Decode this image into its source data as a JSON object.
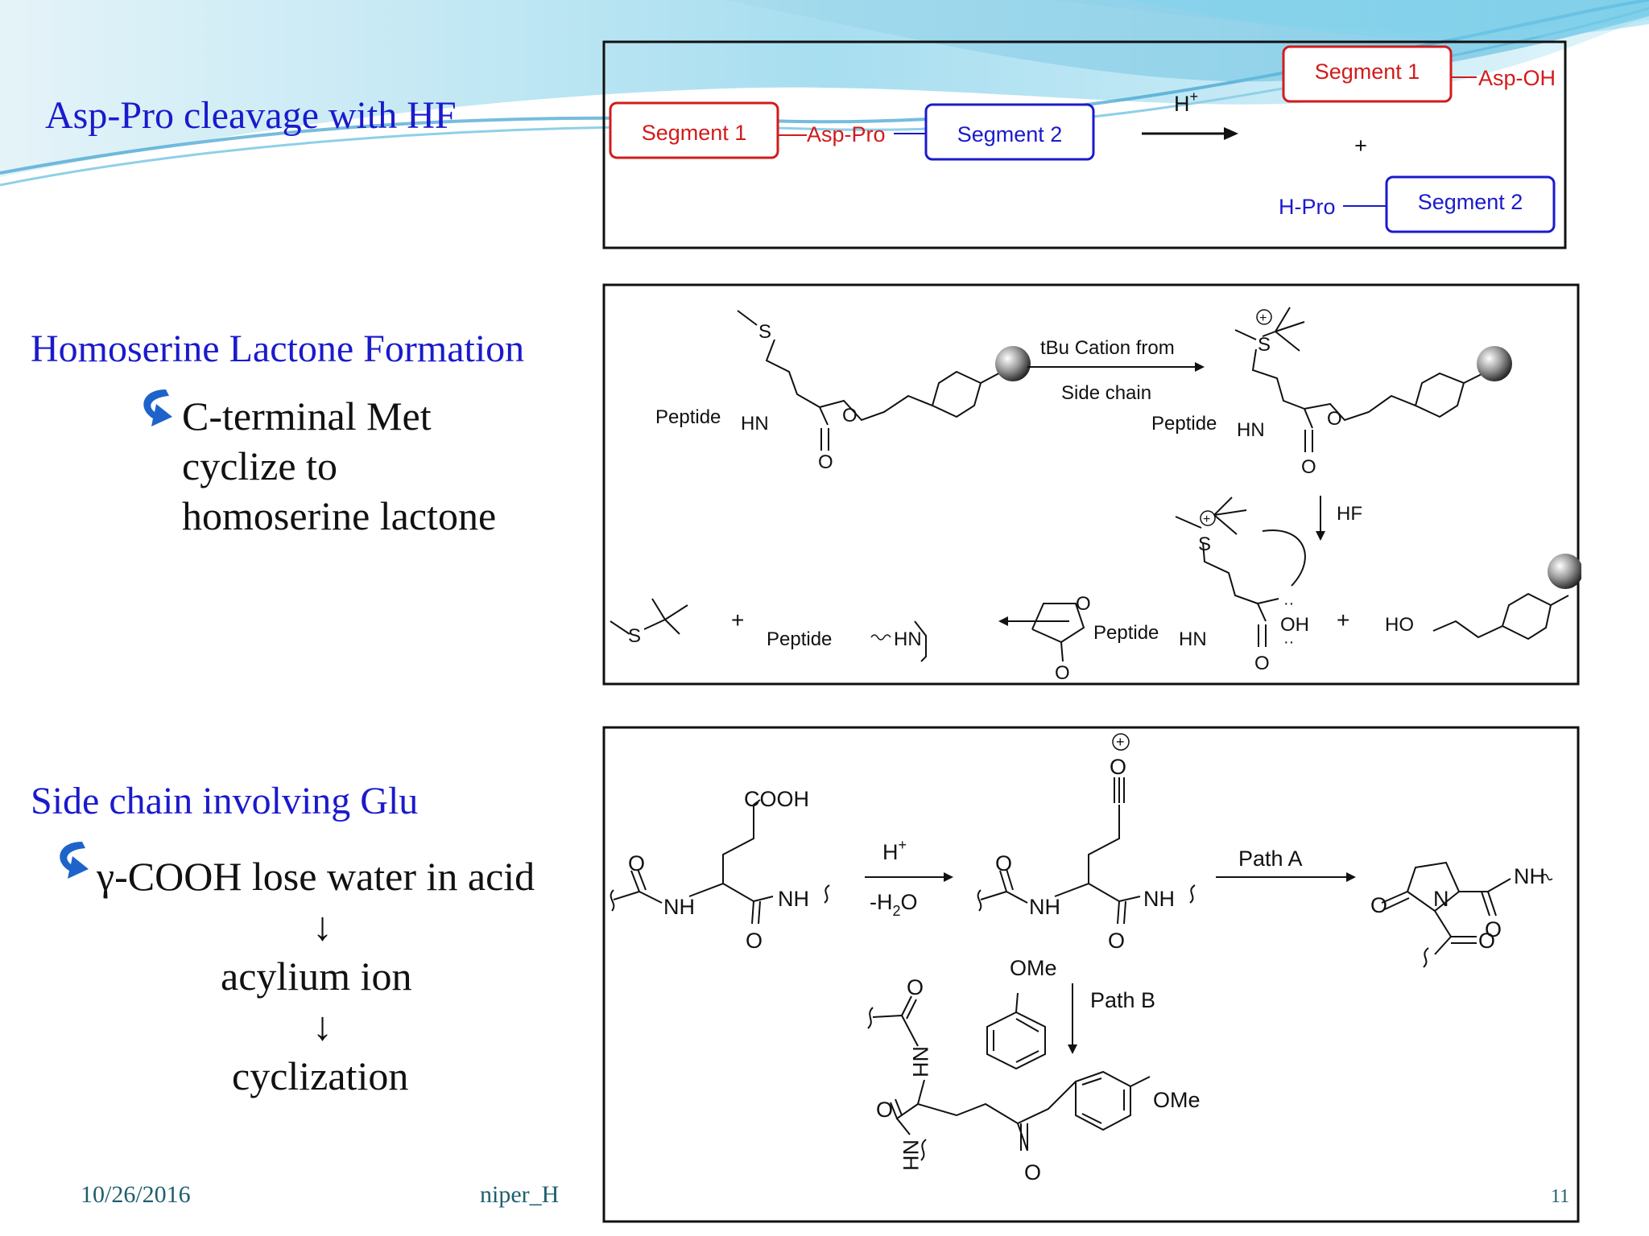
{
  "slide": {
    "section1": {
      "title": "Asp-Pro cleavage with HF",
      "scheme": {
        "segment1": "Segment 1",
        "segment2": "Segment 2",
        "asp_pro": "Asp-Pro",
        "acid": "H",
        "acid_sup": "+",
        "plus": "+",
        "product_segment1": "Segment 1",
        "asp_oh": "Asp-OH",
        "h_pro": "H-Pro",
        "product_segment2": "Segment 2"
      }
    },
    "section2": {
      "title": "Homoserine Lactone Formation",
      "body_lines": [
        "C-terminal Met",
        "cyclize to",
        "homoserine lactone"
      ],
      "scheme": {
        "s_atom": "S",
        "peptide": "Peptide",
        "hn": "HN",
        "o": "O",
        "reagent_line1": "tBu Cation from",
        "reagent_line2": "Side chain",
        "hf": "HF",
        "oh": "OH",
        "ho": "HO",
        "plus": "+"
      }
    },
    "section3": {
      "title": "Side chain involving Glu",
      "body_lines": [
        "γ-COOH lose water in acid",
        "↓",
        "acylium ion",
        "↓",
        "cyclization"
      ],
      "scheme": {
        "cooh": "COOH",
        "nh": "NH",
        "o": "O",
        "n": "N",
        "acid": "H",
        "acid_sup": "+",
        "minus_water": "-H",
        "water_sub": "2",
        "water_o": "O",
        "path_a": "Path A",
        "path_b": "Path B",
        "ome": "OMe"
      }
    },
    "footer": {
      "date": "10/26/2016",
      "author": "niper_H",
      "page": "11"
    }
  }
}
